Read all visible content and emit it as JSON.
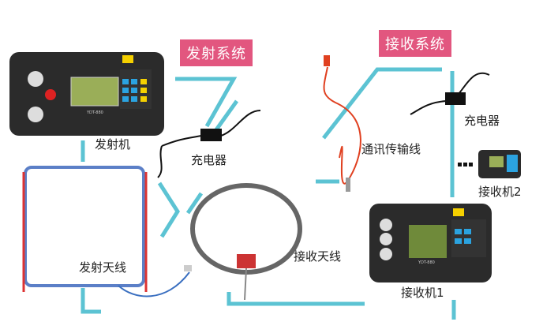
{
  "transmit_system": {
    "title": "发射系统",
    "transmitter": "发射机",
    "charger": "充电器",
    "antenna": "发射天线",
    "model": "YDT-880"
  },
  "receive_system": {
    "title": "接收系统",
    "cable": "通讯传输线",
    "charger": "充电器",
    "receiver2": "接收机2",
    "antenna": "接收天线",
    "receiver1": "接收机1",
    "model": "YDT-880"
  },
  "colors": {
    "line": "#5cc3d3",
    "title_bg": "#e2567f",
    "device": "#2b2b2b",
    "screen": "#8fa64a"
  }
}
